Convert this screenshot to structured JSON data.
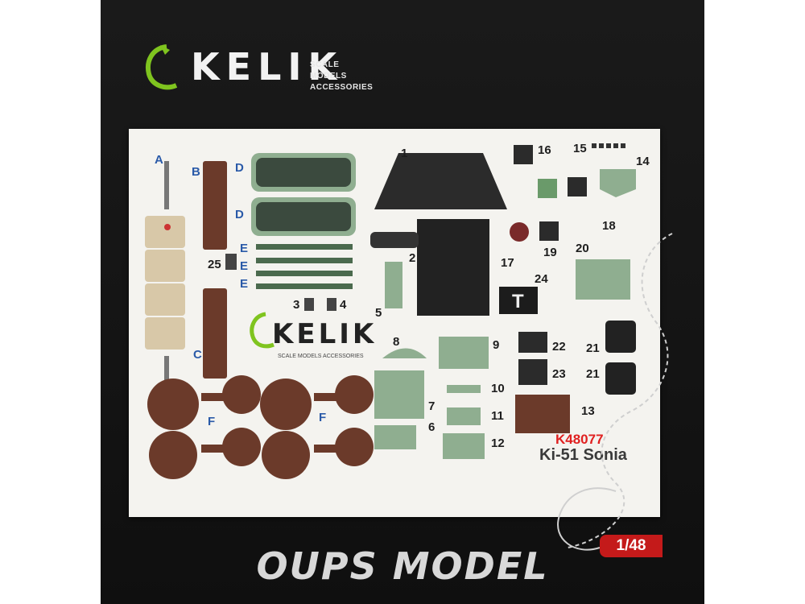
{
  "brand": {
    "name": "KELIK",
    "tagline_line1": "SCALE MODELS",
    "tagline_line2": "ACCESSORIES"
  },
  "sheet": {
    "logo_name": "KELIK",
    "logo_tagline": "SCALE MODELS ACCESSORIES",
    "product_code": "K48077",
    "aircraft": "Ki-51 Sonia",
    "letter_labels": [
      "A",
      "B",
      "C",
      "D",
      "D",
      "E",
      "E",
      "E",
      "F",
      "F"
    ],
    "number_labels": [
      "1",
      "2",
      "3",
      "4",
      "5",
      "6",
      "7",
      "8",
      "9",
      "10",
      "11",
      "12",
      "13",
      "14",
      "15",
      "16",
      "17",
      "18",
      "19",
      "20",
      "21",
      "21",
      "22",
      "23",
      "24",
      "25"
    ]
  },
  "watermark": "OUPS MODEL",
  "scale_badge": "1/48",
  "colors": {
    "background": "#161616",
    "sheet": "#f4f3ef",
    "green_part": "#8fae90",
    "brown_part": "#6b3a2a",
    "code_red": "#e02020",
    "label_blue": "#2a5aa8",
    "badge_red": "#c41a1a"
  }
}
